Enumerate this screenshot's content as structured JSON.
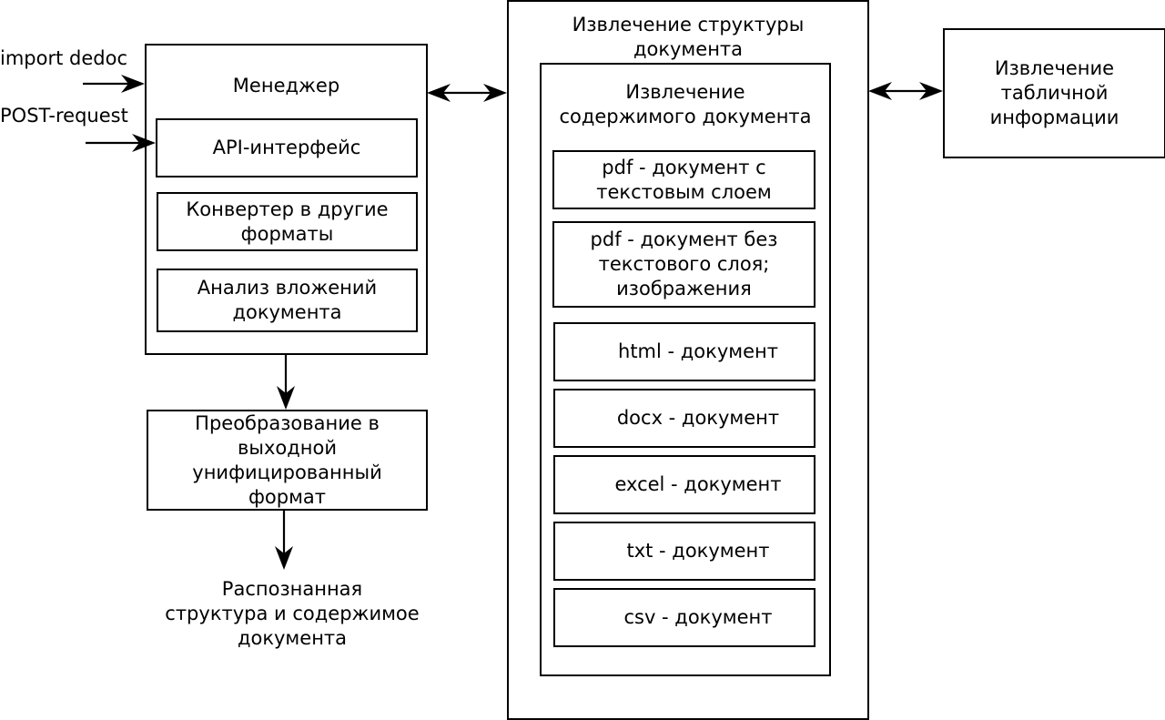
{
  "inputs": {
    "import": "import dedoc",
    "post": "POST-request"
  },
  "manager": {
    "title": "Менеджер",
    "api": "API-интерфейс",
    "converter": "Конвертер в другие\nформаты",
    "attachments": "Анализ вложений\nдокумента"
  },
  "transform": "Преобразование в\nвыходной\nунифицированный\nформат",
  "result": "Распознанная\nструктура и содержимое\nдокумента",
  "structure": {
    "title": "Извлечение структуры\nдокумента",
    "content": {
      "title": "Извлечение\nсодержимого документа",
      "pdf_text": "pdf - документ с\nтекстовым слоем",
      "pdf_image": "pdf - документ без\nтекстового слоя;\nизображения",
      "html": "html - документ",
      "docx": "docx - документ",
      "excel": "excel - документ",
      "txt": "txt - документ",
      "csv": "csv - документ"
    }
  },
  "tables": "Извлечение\nтабличной\nинформации"
}
